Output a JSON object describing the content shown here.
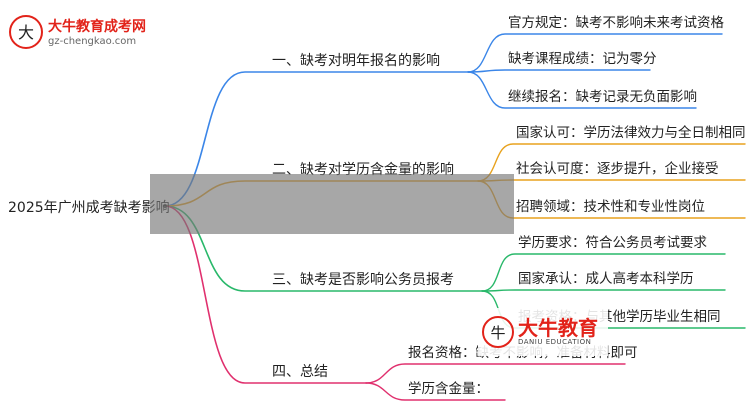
{
  "logo": {
    "name": "大牛教育成考网",
    "url": "gz-chengkao.com"
  },
  "watermark": {
    "name": "大牛教育",
    "subtitle": "DANIU EDUCATION"
  },
  "colors": {
    "blue": "#3b86e8",
    "orange": "#e8a21e",
    "green": "#29b86a",
    "pink": "#e0306e",
    "root": "#555555",
    "overlay": "#7a7a7a"
  },
  "mindmap": {
    "root": "2025年广州成考缺考影响",
    "branches": [
      {
        "label": "一、缺考对明年报名的影响",
        "color": "blue",
        "children": [
          "官方规定：缺考不影响未来考试资格",
          "缺考课程成绩：记为零分",
          "继续报名：缺考记录无负面影响"
        ]
      },
      {
        "label": "二、缺考对学历含金量的影响",
        "color": "orange",
        "children": [
          "国家认可：学历法律效力与全日制相同",
          "社会认可度：逐步提升，企业接受",
          "招聘领域：技术性和专业性岗位"
        ]
      },
      {
        "label": "三、缺考是否影响公务员报考",
        "color": "green",
        "children": [
          "学历要求：符合公务员考试要求",
          "国家承认：成人高考本科学历",
          "报考资格：与其他学历毕业生相同"
        ]
      },
      {
        "label": "四、总结",
        "color": "pink",
        "children": [
          "报名资格：缺考不影响，准备材料即可",
          "学历含金量："
        ]
      }
    ]
  }
}
